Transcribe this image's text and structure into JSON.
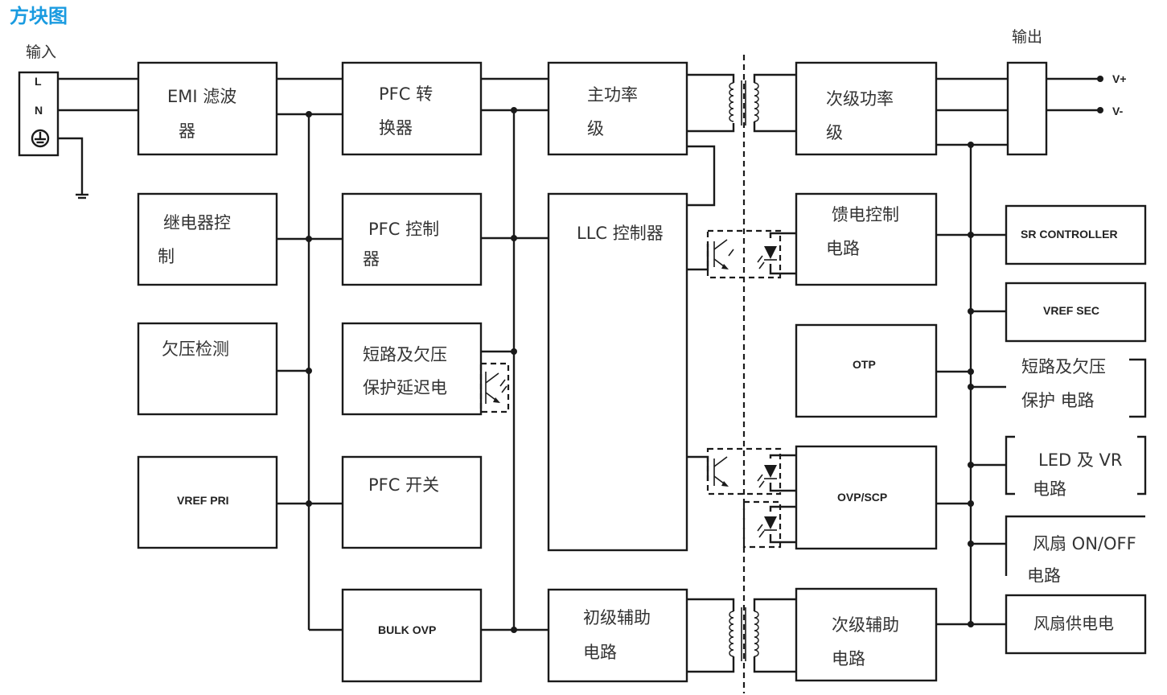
{
  "title": "方块图",
  "input_label": "输入",
  "output_label": "输出",
  "terminals": {
    "l": "L",
    "n": "N",
    "vplus": "V+",
    "vminus": "V-"
  },
  "blocks": {
    "emi": [
      "EMI 滤波",
      "器"
    ],
    "pfc_conv": [
      "PFC 转",
      "换器"
    ],
    "main_power": [
      "主功率",
      "级"
    ],
    "sec_power": [
      "次级功率",
      "级"
    ],
    "relay": [
      "继电器控",
      "制"
    ],
    "pfc_ctrl": [
      "PFC 控制",
      "器"
    ],
    "llc": "LLC 控制器",
    "feedback": [
      "馈电控制",
      "电路"
    ],
    "undervolt": "欠压检测",
    "short_delay": [
      "短路及欠压",
      "保护延迟电"
    ],
    "otp": "OTP",
    "vref_pri": "VREF PRI",
    "pfc_switch": "PFC 开关",
    "ovp_scp": "OVP/SCP",
    "bulk_ovp": "BULK OVP",
    "pri_aux": [
      "初级辅助",
      "电路"
    ],
    "sec_aux": [
      "次级辅助",
      "电路"
    ],
    "sr_ctrl": "SR CONTROLLER",
    "vref_sec": "VREF SEC",
    "short_sec": [
      "短路及欠压",
      "保护 电路"
    ],
    "led_vr": [
      "LED 及 VR",
      "电路"
    ],
    "fan_onoff": [
      "风扇 ON/OFF",
      "电路"
    ],
    "fan_supply": "风扇供电电"
  }
}
